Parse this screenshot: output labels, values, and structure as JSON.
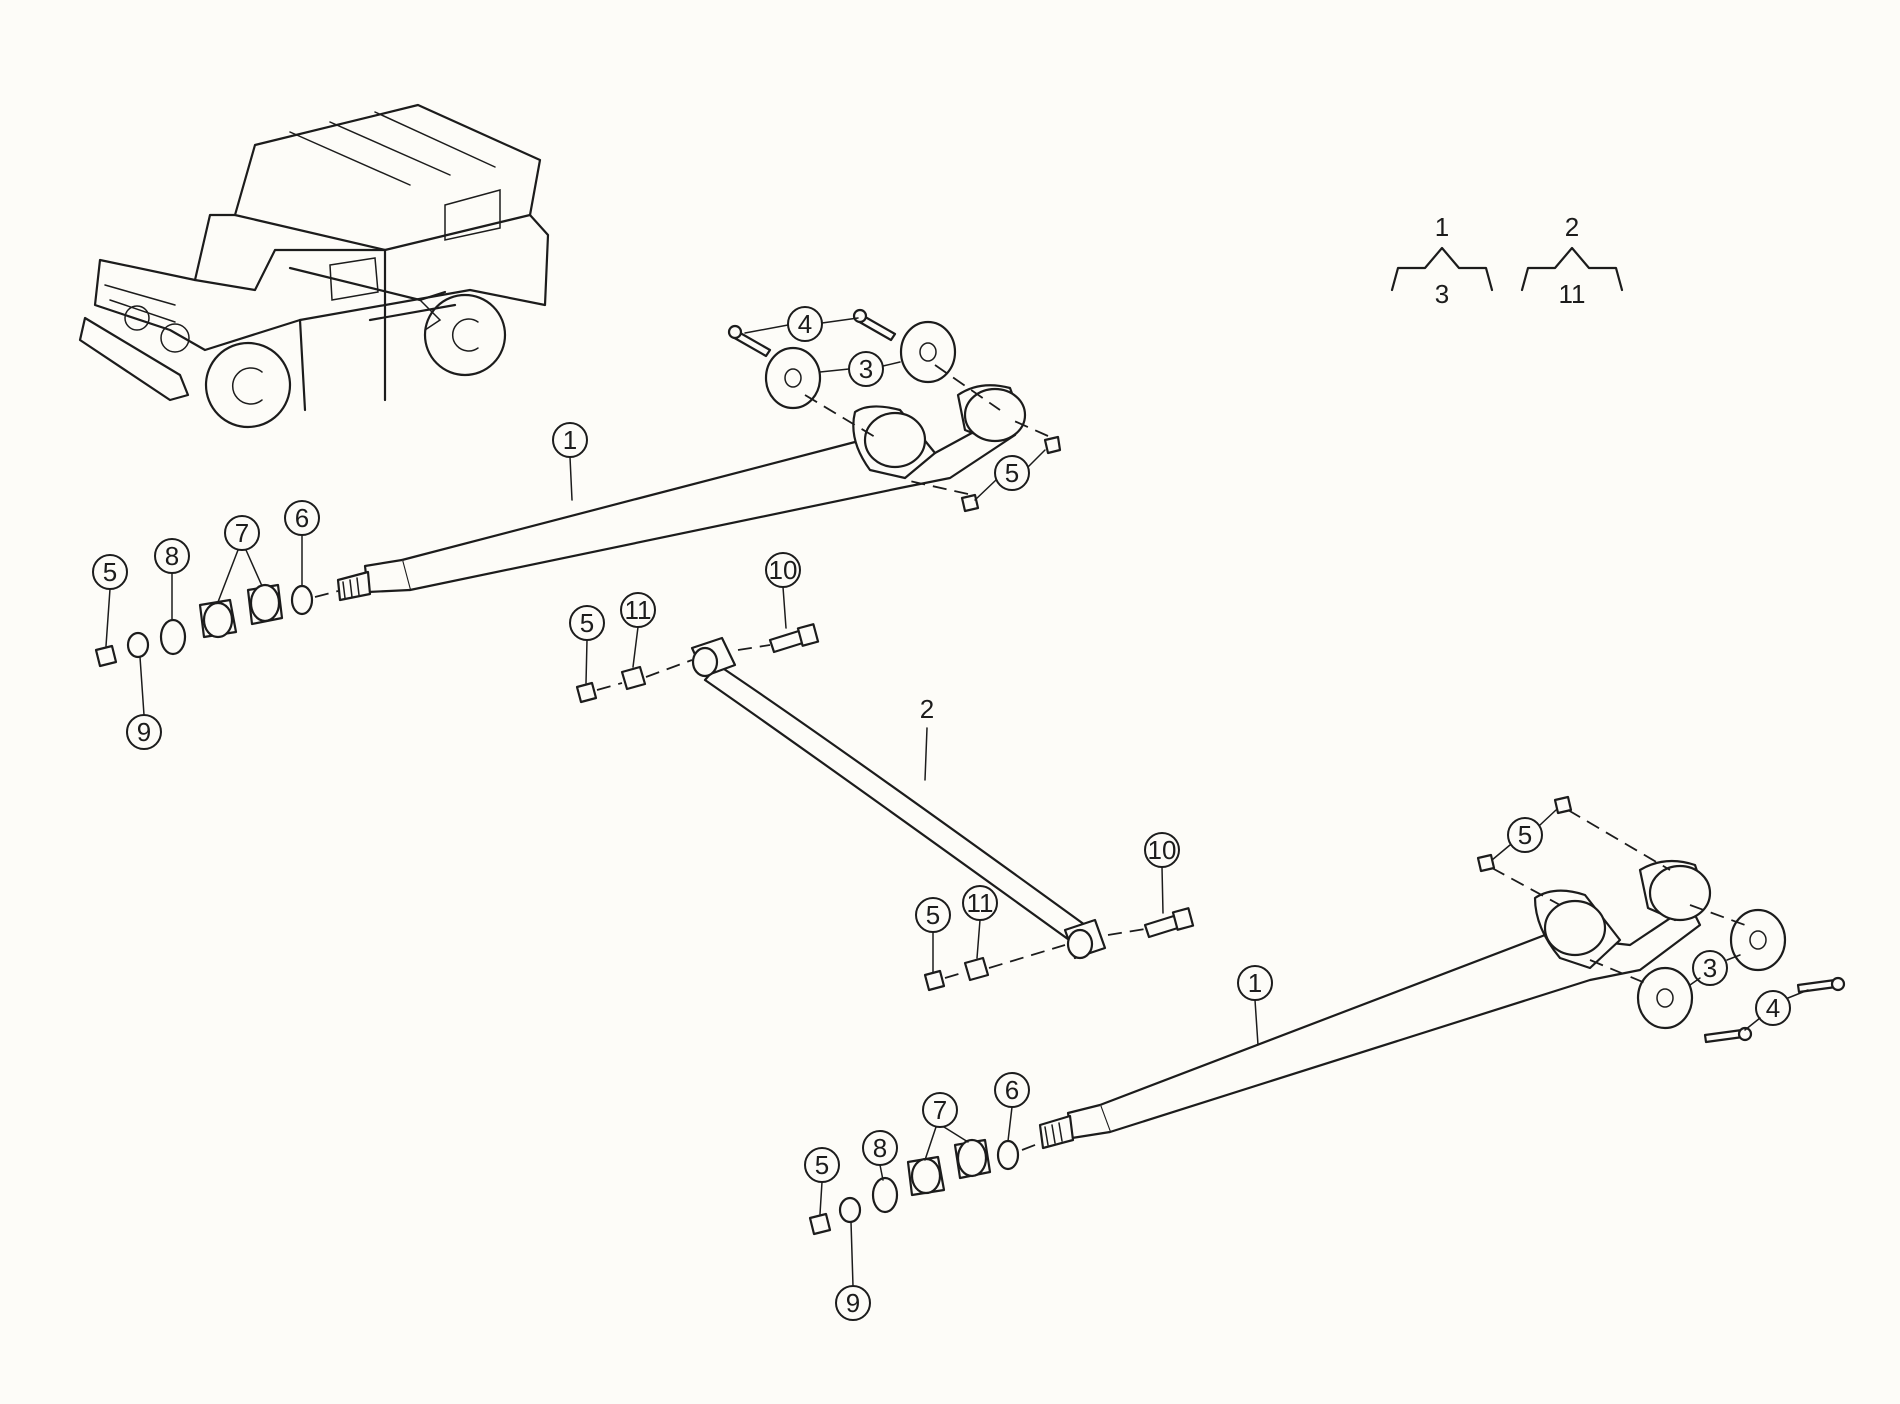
{
  "legend": [
    {
      "top": "1",
      "bottom": "3"
    },
    {
      "top": "2",
      "bottom": "11"
    }
  ],
  "callouts": {
    "upper_arm": {
      "p1": "1",
      "p3": "3",
      "p4": "4",
      "p5a": "5",
      "p5b": "5",
      "p6": "6",
      "p7": "7",
      "p8": "8",
      "p9": "9"
    },
    "track_bar": {
      "p2": "2",
      "p5_top": "5",
      "p11_top": "11",
      "p10_top": "10",
      "p5_bot": "5",
      "p11_bot": "11",
      "p10_bot": "10"
    },
    "lower_arm": {
      "p1": "1",
      "p3": "3",
      "p4": "4",
      "p5a": "5",
      "p5b": "5",
      "p6": "6",
      "p7": "7",
      "p8": "8",
      "p9": "9"
    }
  }
}
